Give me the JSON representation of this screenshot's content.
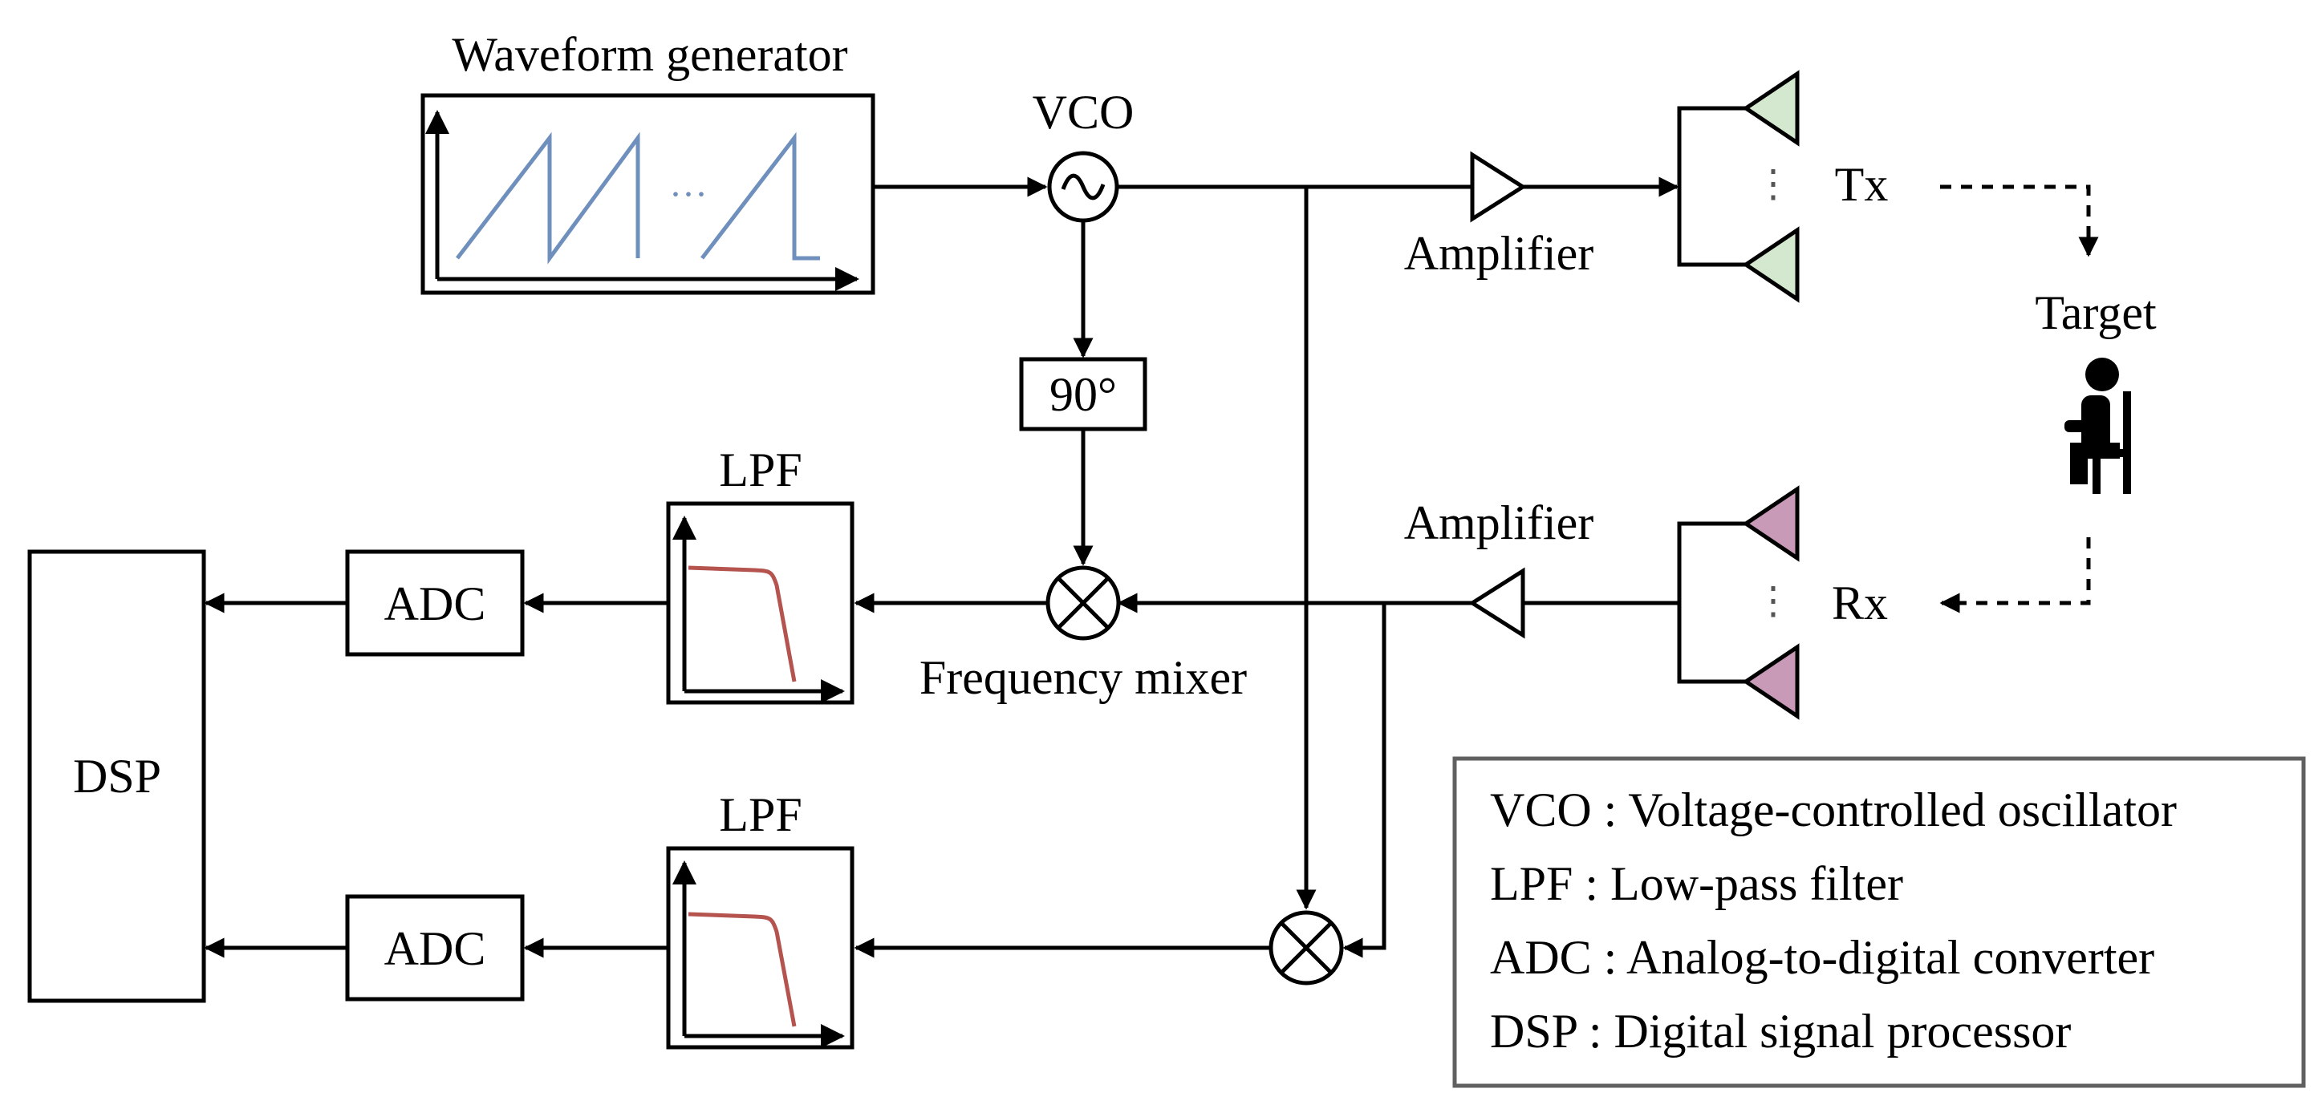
{
  "blocks": {
    "waveform_generator": "Waveform generator",
    "vco": "VCO",
    "phase_shifter": "90°",
    "amplifier_tx": "Amplifier",
    "amplifier_rx": "Amplifier",
    "tx": "Tx",
    "rx": "Rx",
    "target": "Target",
    "lpf_top": "LPF",
    "lpf_bottom": "LPF",
    "adc_top": "ADC",
    "adc_bottom": "ADC",
    "dsp": "DSP",
    "frequency_mixer": "Frequency mixer",
    "waveform_ellipsis": "···",
    "antenna_ellipsis": "⋮"
  },
  "legend": [
    "VCO : Voltage-controlled oscillator",
    "LPF : Low-pass filter",
    "ADC : Analog-to-digital converter",
    "DSP : Digital signal processor"
  ],
  "colors": {
    "waveform": "#6f8fbd",
    "filter_curve": "#b5534e",
    "tx_antenna": "#d4e8cf",
    "rx_antenna": "#c99ab8",
    "legend_border": "#606060"
  }
}
